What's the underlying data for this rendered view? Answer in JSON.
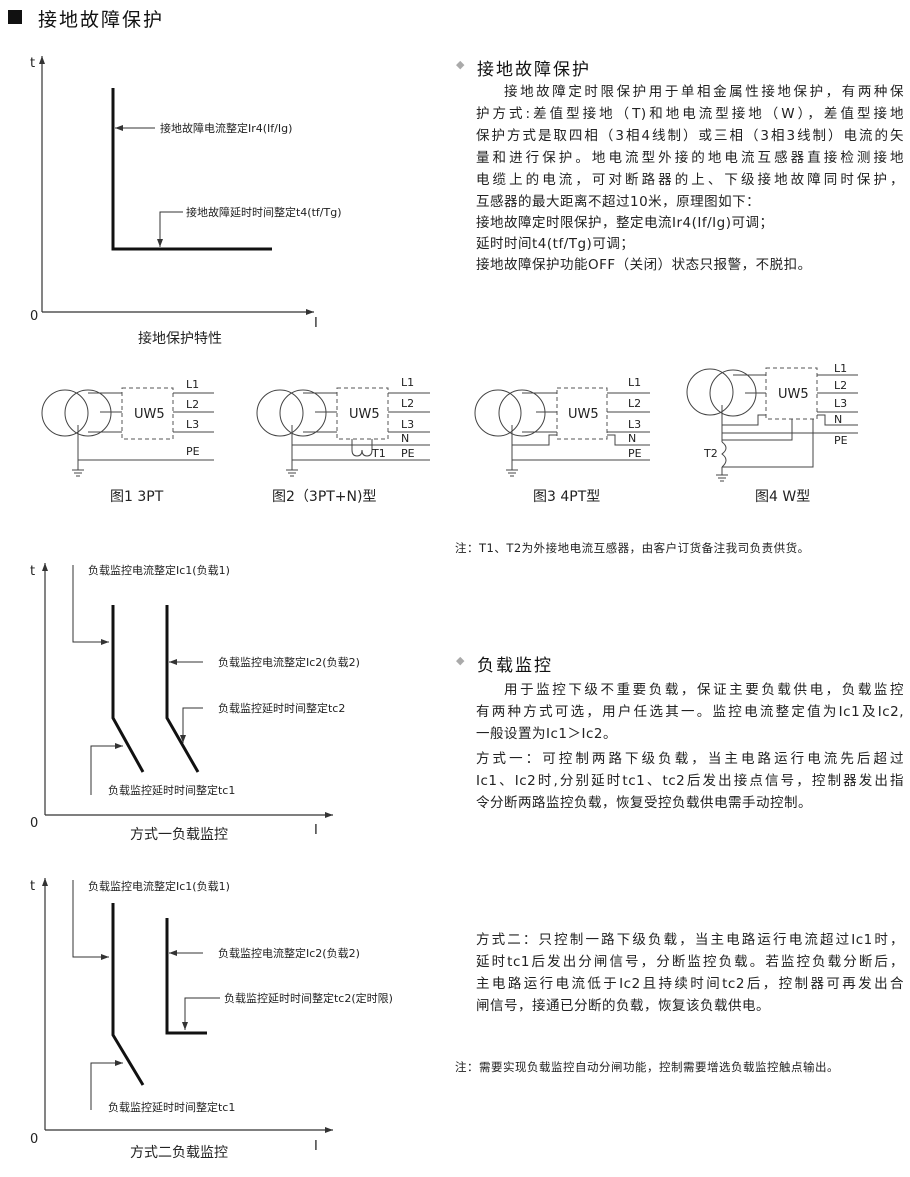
{
  "header": {
    "title": "接地故障保护"
  },
  "chart1": {
    "t": "t",
    "zero": "0",
    "i": "I",
    "ann1": "接地故障电流整定Ir4(If/Ig)",
    "ann2": "接地故障延时时间整定t4(tf/Tg)",
    "caption": "接地保护特性"
  },
  "ground": {
    "heading": "接地故障保护",
    "lines": [
      "接地故障定时限保护用于单相金属性接地保护，有两种保",
      "护方式:差值型接地（T)和地电流型接地（W），差值型接地",
      "保护方式是取四相（3相4线制）或三相（3相3线制）电流的矢",
      "量和进行保护。地电流型外接的地电流互感器直接检测接地",
      "电缆上的电流，可对断路器的上、下级接地故障同时保护，",
      "互感器的最大距离不超过10米，原理图如下：",
      "接地故障定时限保护，整定电流Ir4(If/Ig)可调；",
      "延时时间t4(tf/Tg)可调；",
      "接地故障保护功能OFF（关闭）状态只报警，不脱扣。"
    ]
  },
  "diagrams": {
    "box": "UW5",
    "L1": "L1",
    "L2": "L2",
    "L3": "L3",
    "N": "N",
    "PE": "PE",
    "T1": "T1",
    "T2": "T2",
    "captions": [
      "图1 3PT",
      "图2（3PT+N)型",
      "图3 4PT型",
      "图4 W型"
    ],
    "note": "注：T1、T2为外接地电流互感器，由客户订货备注我司负责供货。"
  },
  "chart2": {
    "t": "t",
    "zero": "0",
    "i": "I",
    "ann1": "负载监控电流整定Ic1(负载1)",
    "ann2": "负载监控电流整定Ic2(负载2)",
    "ann3": "负载监控延时时间整定tc2",
    "ann4": "负载监控延时时间整定tc1",
    "caption": "方式一负载监控"
  },
  "chart3": {
    "t": "t",
    "zero": "0",
    "i": "I",
    "ann1": "负载监控电流整定Ic1(负载1)",
    "ann2": "负载监控电流整定Ic2(负载2)",
    "ann3": "负载监控延时时间整定tc2(定时限)",
    "ann4": "负载监控延时时间整定tc1",
    "caption": "方式二负载监控"
  },
  "load": {
    "heading": "负载监控",
    "intro": [
      "用于监控下级不重要负载，保证主要负载供电，负载监控",
      "有两种方式可选，用户任选其一。监控电流整定值为Ic1及Ic2,",
      "一般设置为Ic1＞Ic2。"
    ],
    "mode1": [
      "方式一：可控制两路下级负载，当主电路运行电流先后超过",
      "Ic1、Ic2时,分别延时tc1、tc2后发出接点信号，控制器发出指",
      "令分断两路监控负载，恢复受控负载供电需手动控制。"
    ],
    "mode2": [
      "方式二：只控制一路下级负载，当主电路运行电流超过Ic1时，",
      "延时tc1后发出分闸信号，分断监控负载。若监控负载分断后，",
      "主电路运行电流低于Ic2且持续时间tc2后，控制器可再发出合",
      "闸信号，接通已分断的负载，恢复该负载供电。"
    ],
    "note": "注：需要实现负载监控自动分闸功能，控制需要增选负载监控触点输出。"
  }
}
